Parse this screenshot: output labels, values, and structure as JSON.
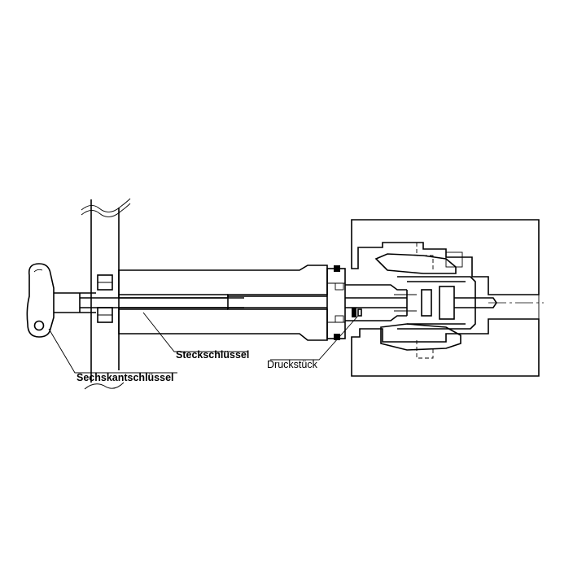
{
  "labels": {
    "socket_wrench": "Steckschlüssel",
    "hex_key": "Sechskantschlüssel",
    "thrust_piece": "Druckstück"
  }
}
